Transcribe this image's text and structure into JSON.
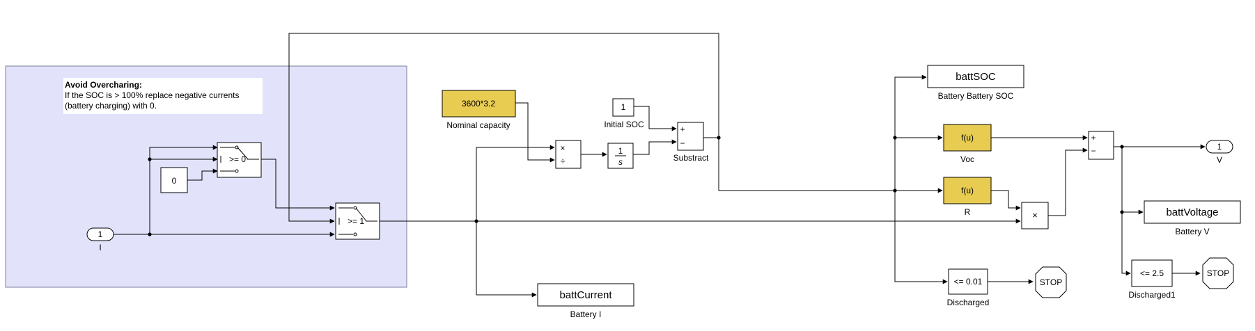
{
  "annotation": {
    "title": "Avoid Overcharing:",
    "line1": "If the SOC is > 100% replace negative currents",
    "line2": "(battery charging) with 0."
  },
  "blocks": {
    "in_port": {
      "value": "1",
      "label": "I"
    },
    "const_zero": {
      "value": "0"
    },
    "switch1": {
      "text": ">= 0"
    },
    "switch2": {
      "text": ">= 1"
    },
    "nominal_capacity": {
      "value": "3600*3.2",
      "label": "Nominal capacity"
    },
    "initial_soc": {
      "value": "1",
      "label": "Initial SOC"
    },
    "product": {
      "op1": "×",
      "op2": "÷"
    },
    "integrator": {
      "num": "1",
      "den": "s"
    },
    "subtract": {
      "plus": "+",
      "minus": "−",
      "label": "Substract"
    },
    "batt_current": {
      "text": "battCurrent",
      "label": "Battery I"
    },
    "batt_soc": {
      "text": "battSOC",
      "label": "Battery Battery SOC"
    },
    "voc": {
      "text": "f(u)",
      "label": "Voc"
    },
    "r": {
      "text": "f(u)",
      "label": "R"
    },
    "multiply": {
      "text": "×"
    },
    "sum": {
      "plus": "+",
      "minus": "−"
    },
    "out_port": {
      "value": "1",
      "label": "V"
    },
    "batt_voltage": {
      "text": "battVoltage",
      "label": "Battery V"
    },
    "discharged": {
      "text": "<= 0.01",
      "label": "Discharged"
    },
    "discharged1": {
      "text": "<= 2.5",
      "label": "Discharged1"
    },
    "stop1": {
      "text": "STOP"
    },
    "stop2": {
      "text": "STOP"
    }
  },
  "colors": {
    "area_fill": "#e2e3fb",
    "area_border": "#7b7d98",
    "yellow_block": "#e8cc52"
  }
}
